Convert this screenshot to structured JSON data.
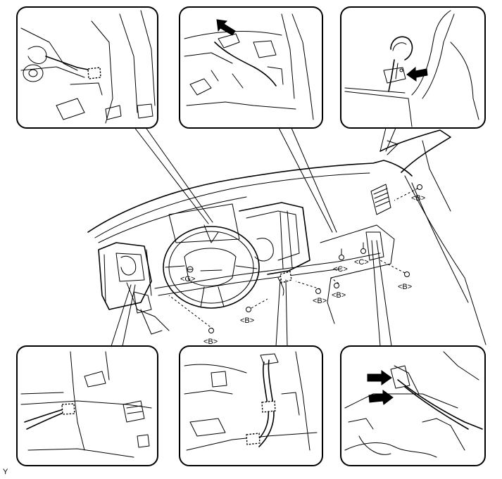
{
  "labels": {
    "b1": "<B>",
    "b2": "<B>",
    "b3": "<B>",
    "b4": "<B>",
    "b5": "<B>",
    "b6": "<B>",
    "c1": "<C>",
    "c2": "<C>",
    "g": "<G>"
  },
  "corner_mark": "Y",
  "insets": [
    "top-left",
    "top-center",
    "top-right",
    "bottom-left",
    "bottom-center",
    "bottom-right"
  ],
  "icons": [
    "pointer-arrow-icon",
    "clip-icon",
    "bolt-icon"
  ]
}
